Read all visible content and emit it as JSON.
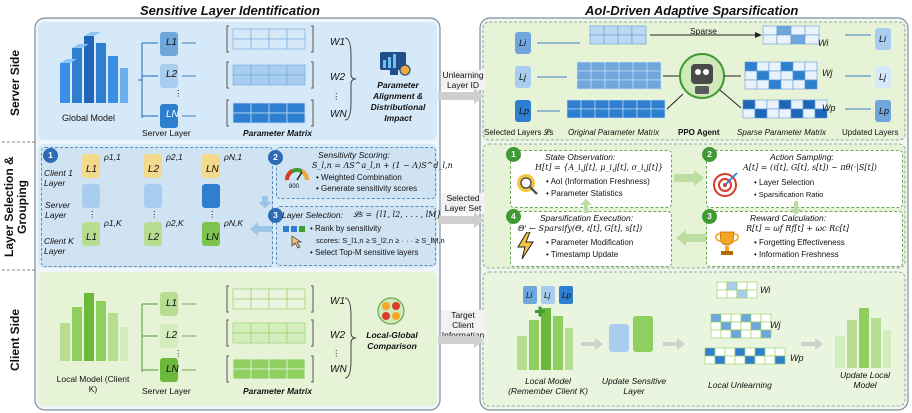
{
  "panels": {
    "left_title": "Sensitive Layer Identification",
    "right_title": "AoI-Driven Adaptive Sparsification"
  },
  "rows": {
    "server": "Server Side",
    "layer_selection": "Layer Selection & Grouping",
    "client": "Client Side"
  },
  "server_left": {
    "global_model": "Global Model",
    "server_layer": "Server Layer",
    "parameter_matrix": "Parameter Matrix",
    "layers": [
      "L1",
      "L2",
      "⋮",
      "LN"
    ],
    "weights": [
      "W1",
      "W2",
      "⋮",
      "WN"
    ],
    "alignment_caption": "Parameter Alignment & Distributional Impact"
  },
  "middle_tags": {
    "unlearning_layer_id": "Unlearning Layer ID",
    "selected_layer_set": "Selected Layer Set",
    "target_client_info": "Target Client Information"
  },
  "server_right": {
    "sparse": "Sparse",
    "selected_layers": "Selected Layers 𝓛s",
    "original_matrix": "Original Parameter Matrix",
    "ppo_agent": "PPO Agent",
    "sparse_matrix": "Sparse Parameter Matrix",
    "updated_layers": "Updated Layers",
    "layers": [
      "Li",
      "Lj",
      "Lp"
    ],
    "weights": [
      "Wi",
      "Wj",
      "Wp"
    ]
  },
  "layer_selection": {
    "clients": [
      "Client 1 Layer",
      "Server Layer",
      "Client K Layer"
    ],
    "step1": "1",
    "step2": "2",
    "step3": "3",
    "sens_scoring_title": "Sensitivity Scoring:",
    "sens_formula": "S_l,n = ΛS^a_l,n + (1 − Λ)S^d_l,n",
    "sens_bullets": [
      "Weighted Combination",
      "Generate sensitivity scores"
    ],
    "gauge_value": "800",
    "layer_sel_title": "Layer Selection:",
    "layer_sel_formula": "𝓛s = {l1, l2, . . . , lM}",
    "rank_line1": "Rank by sensitivity",
    "rank_line2": "scores: S_l1,n ≥ S_l2,n ≥ · · · ≥ S_lM,n",
    "rank_bullet": "Select Top-M sensitive layers",
    "rho_top": [
      "ρ1,1",
      "ρ2,1",
      "ρN,1"
    ],
    "rho_bottom": [
      "ρ1,K",
      "ρ2,K",
      "ρN,K"
    ],
    "layer_names": [
      "L1",
      "L2",
      "LN"
    ],
    "ellipsis": "⋮"
  },
  "aoi": {
    "state_title": "State Observation:",
    "state_formula": "H[t] = {A_i,j[t], μ_i,j[t], σ_i,j[t]}",
    "state_bullets": [
      "AoI (Information Freshness)",
      "Parameter Statistics"
    ],
    "action_title": "Action Sampling:",
    "action_formula": "A[t] = (ℓ[t], G[t], s[t]) ∼ πθ(·|S[t])",
    "action_bullets": [
      "Layer Selection",
      "Sparsification Ratio"
    ],
    "sparsify_title": "Sparsification Execution:",
    "sparsify_formula": "Θ' ← Sparsify(Θ, ℓ[t], G[t], s[t])",
    "sparsify_bullets": [
      "Parameter Modification",
      "Timestamp Update"
    ],
    "reward_title": "Reward Calculation:",
    "reward_formula": "R[t] = ωf Rf[t] + ωc Rc[t]",
    "reward_bullets": [
      "Forgetting Effectiveness",
      "Information Freshness"
    ],
    "nums": [
      "1",
      "2",
      "3",
      "4"
    ]
  },
  "client_left": {
    "local_model": "Local Model (Client K)",
    "server_layer": "Server Layer",
    "parameter_matrix": "Parameter Matrix",
    "layers": [
      "L1",
      "L2",
      "⋮",
      "LN"
    ],
    "weights": [
      "W1",
      "W2",
      "⋮",
      "WN"
    ],
    "comparison": "Local-Global Comparison"
  },
  "client_right": {
    "local_model": "Local Model (Remember Client K)",
    "update_sensitive": "Update Sensitive Layer",
    "local_unlearning": "Local Unlearning",
    "update_local": "Update Local Model",
    "layers": [
      "Li",
      "Lj",
      "Lp"
    ],
    "weights": [
      "Wi",
      "Wj",
      "Wp"
    ]
  },
  "colors": {
    "blue_panel": "#d6e9f8",
    "green_panel": "#e6f3d7",
    "blue_cell": "#2f7fd1",
    "green_cell": "#8fcf5f",
    "step_blue": "#2d6cb5",
    "step_green": "#3e9a34"
  }
}
